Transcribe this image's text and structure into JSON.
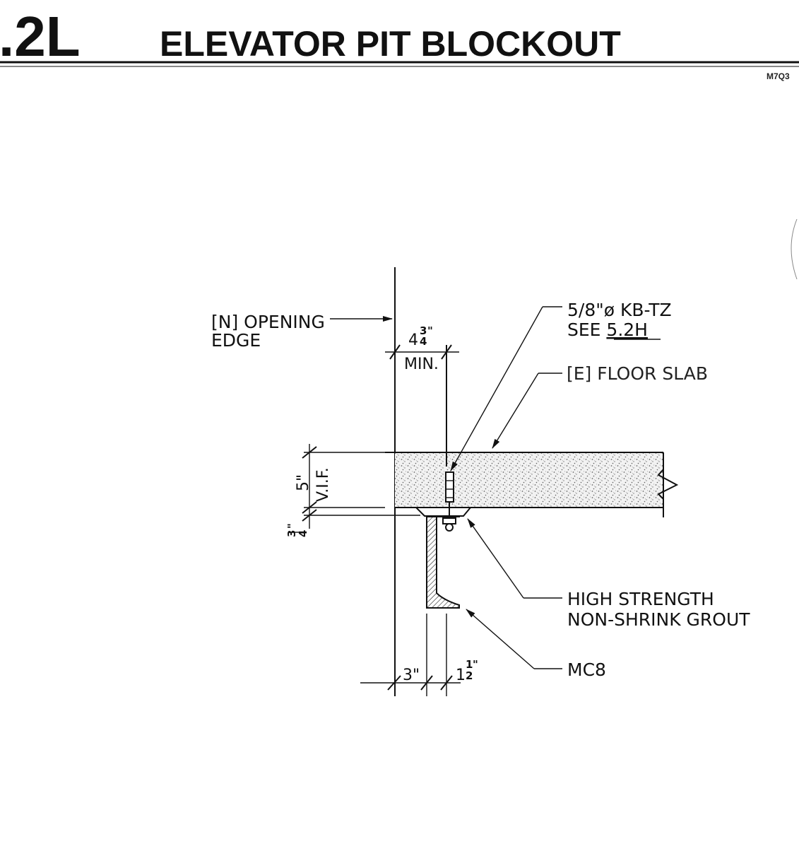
{
  "header": {
    "detail_number": ".2L",
    "title": "ELEVATOR PIT BLOCKOUT",
    "sheet_code": "M7Q3"
  },
  "callouts": {
    "opening_edge_line1": "[N] OPENING",
    "opening_edge_line2": "EDGE",
    "anchor_line1": "5/8\"ø KB-TZ",
    "anchor_see": "SEE ",
    "anchor_ref": "5.2H",
    "floor_slab": "[E] FLOOR SLAB",
    "grout_line1": "HIGH STRENGTH",
    "grout_line2": "NON-SHRINK GROUT",
    "channel": "MC8"
  },
  "dimensions": {
    "edge_dist_whole": "4",
    "edge_dist_num": "3",
    "edge_dist_den": "4",
    "edge_dist_unit": "\"",
    "edge_dist_min": "MIN.",
    "slab_thickness": "5\"",
    "slab_vif": "V.I.F.",
    "grout_num": "3",
    "grout_den": "4",
    "grout_unit": "\"",
    "channel_offset": "3\"",
    "flange_whole": "1",
    "flange_num": "1",
    "flange_den": "2",
    "flange_unit": "\""
  },
  "colors": {
    "ink": "#111111",
    "paper": "#ffffff",
    "concrete": "#bdbdbd"
  }
}
